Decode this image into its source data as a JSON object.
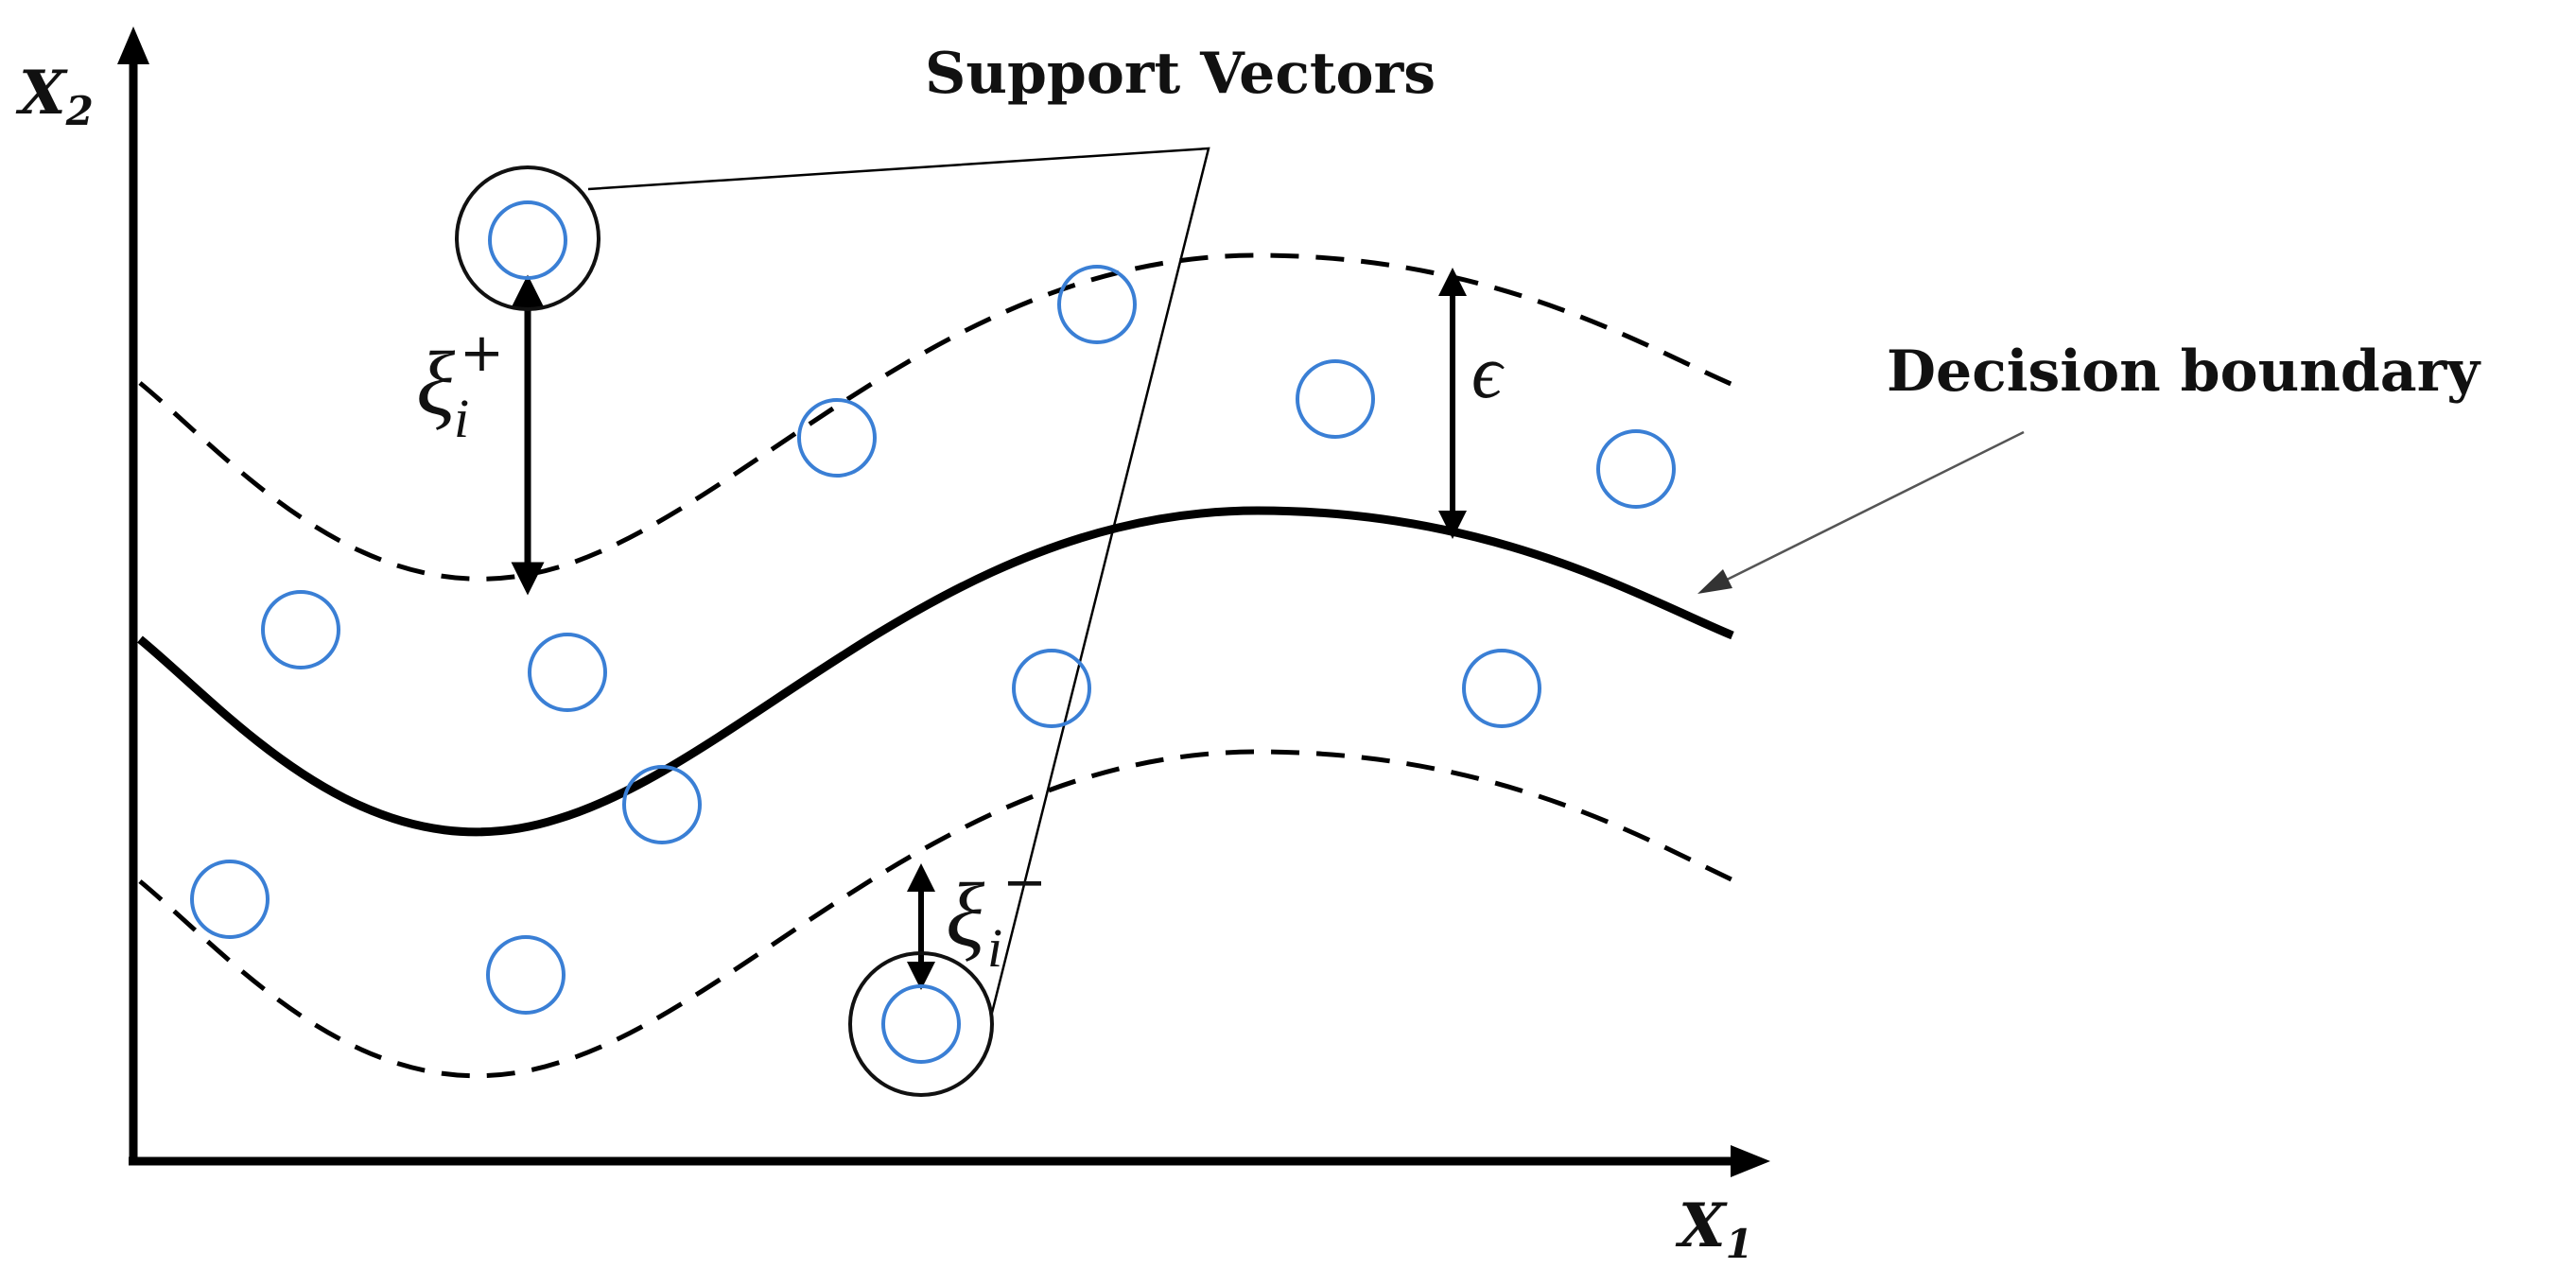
{
  "labels": {
    "support_vectors": "Support Vectors",
    "decision_boundary": "Decision boundary",
    "epsilon": "ϵ",
    "xi_symbol": "ξ",
    "xi_sub": "i",
    "xi_plus_sup": "+",
    "xi_minus_sup": "−",
    "x_axis_letter": "X",
    "x_axis_sub": "1",
    "y_axis_letter": "X",
    "y_axis_sub": "2"
  },
  "colors": {
    "point_stroke": "#3a7fd5",
    "line": "#000000"
  }
}
